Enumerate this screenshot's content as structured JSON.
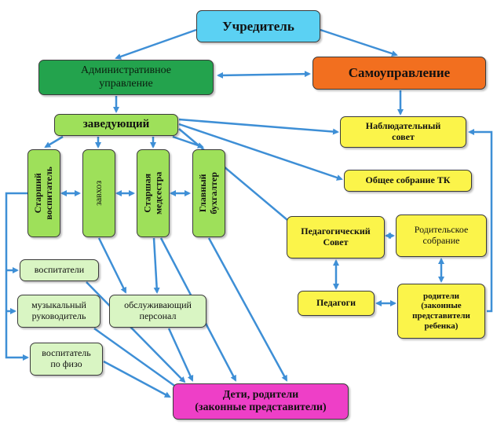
{
  "boxes": {
    "founder": "Учредитель",
    "admin": "Административное\nуправление",
    "self_gov": "Самоуправление",
    "head": "заведующий",
    "senior_teacher": "Старший\nвоспитатель",
    "supply": "завхоз",
    "senior_nurse": "Старшая\nмедсестра",
    "chief_accountant": "Главный\nбухгалтер",
    "teachers": "воспитатели",
    "music_director": "музыкальный\nруководитель",
    "service_staff": "обслуживающий\nперсонал",
    "pe_teacher": "воспитатель\nпо физо",
    "children_parents": "Дети, родители\n(законные представители)",
    "supervisory_board": "Наблюдательный\nсовет",
    "general_meeting": "Общее собрание ТК",
    "pedagogical_council": "Педагогический\nСовет",
    "parents_meeting": "Родительское\nсобрание",
    "pedagogues": "Педагоги",
    "parents": "родители\n(законные\nпредставители\nребенка)"
  },
  "colors": {
    "founder": "#5bd1f3",
    "admin": "#23a34d",
    "self_gov": "#f26f1f",
    "staff": "#9ee05a",
    "sub_staff": "#d9f5c3",
    "self_gov_bodies": "#fbf44a",
    "children_parents": "#ee3fc7",
    "arrow": "#3e8fd6"
  }
}
